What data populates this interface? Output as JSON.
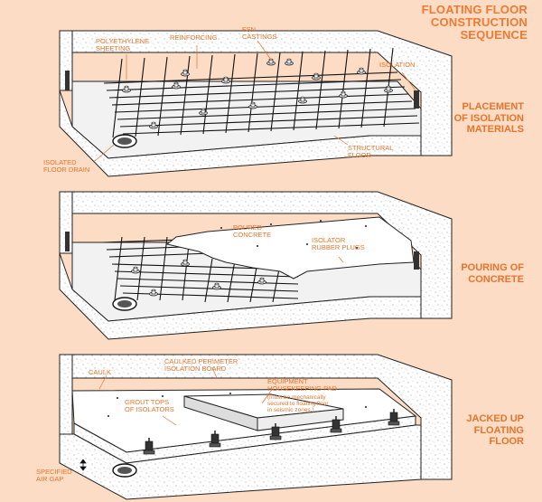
{
  "title": [
    "FLOATING FLOOR",
    "CONSTRUCTION",
    "SEQUENCE"
  ],
  "steps": [
    {
      "lines": [
        "PLACEMENT",
        "OF ISOLATION",
        "MATERIALS"
      ]
    },
    {
      "lines": [
        "POURING OF",
        "CONCRETE"
      ]
    },
    {
      "lines": [
        "JACKED UP",
        "FLOATING",
        "FLOOR"
      ]
    }
  ],
  "labels": {
    "polyethylene": [
      "POLYETHYLENE",
      "SHEETING"
    ],
    "reinforcing": "REINFORCING",
    "fsn": [
      "FSN",
      "CASTINGS"
    ],
    "isolation": "ISOLATION",
    "floor_drain": [
      "ISOLATED",
      "FLOOR DRAIN"
    ],
    "structural": [
      "STRUCTURAL",
      "FLOOR"
    ],
    "poured": [
      "POURED",
      "CONCRETE"
    ],
    "rubber": [
      "ISOLATOR",
      "RUBBER PLUGS"
    ],
    "caulk": "CAULK",
    "perimeter": [
      "CAULKED PERIMETER",
      "ISOLATION BOARD"
    ],
    "grout": [
      "GROUT TOPS",
      "OF ISOLATORS"
    ],
    "pad": [
      "EQUIPMENT",
      "HOUSEKEEPING PAD"
    ],
    "pad_note": [
      "(must be mechanically",
      "secured to floating floor",
      "in seismic zones.)"
    ],
    "air_gap": [
      "SPECIFIED",
      "AIR GAP"
    ]
  },
  "colors": {
    "background": "#fcdcc4",
    "accent": "#e8742c",
    "concrete": "#ffffff",
    "line": "#222222"
  }
}
